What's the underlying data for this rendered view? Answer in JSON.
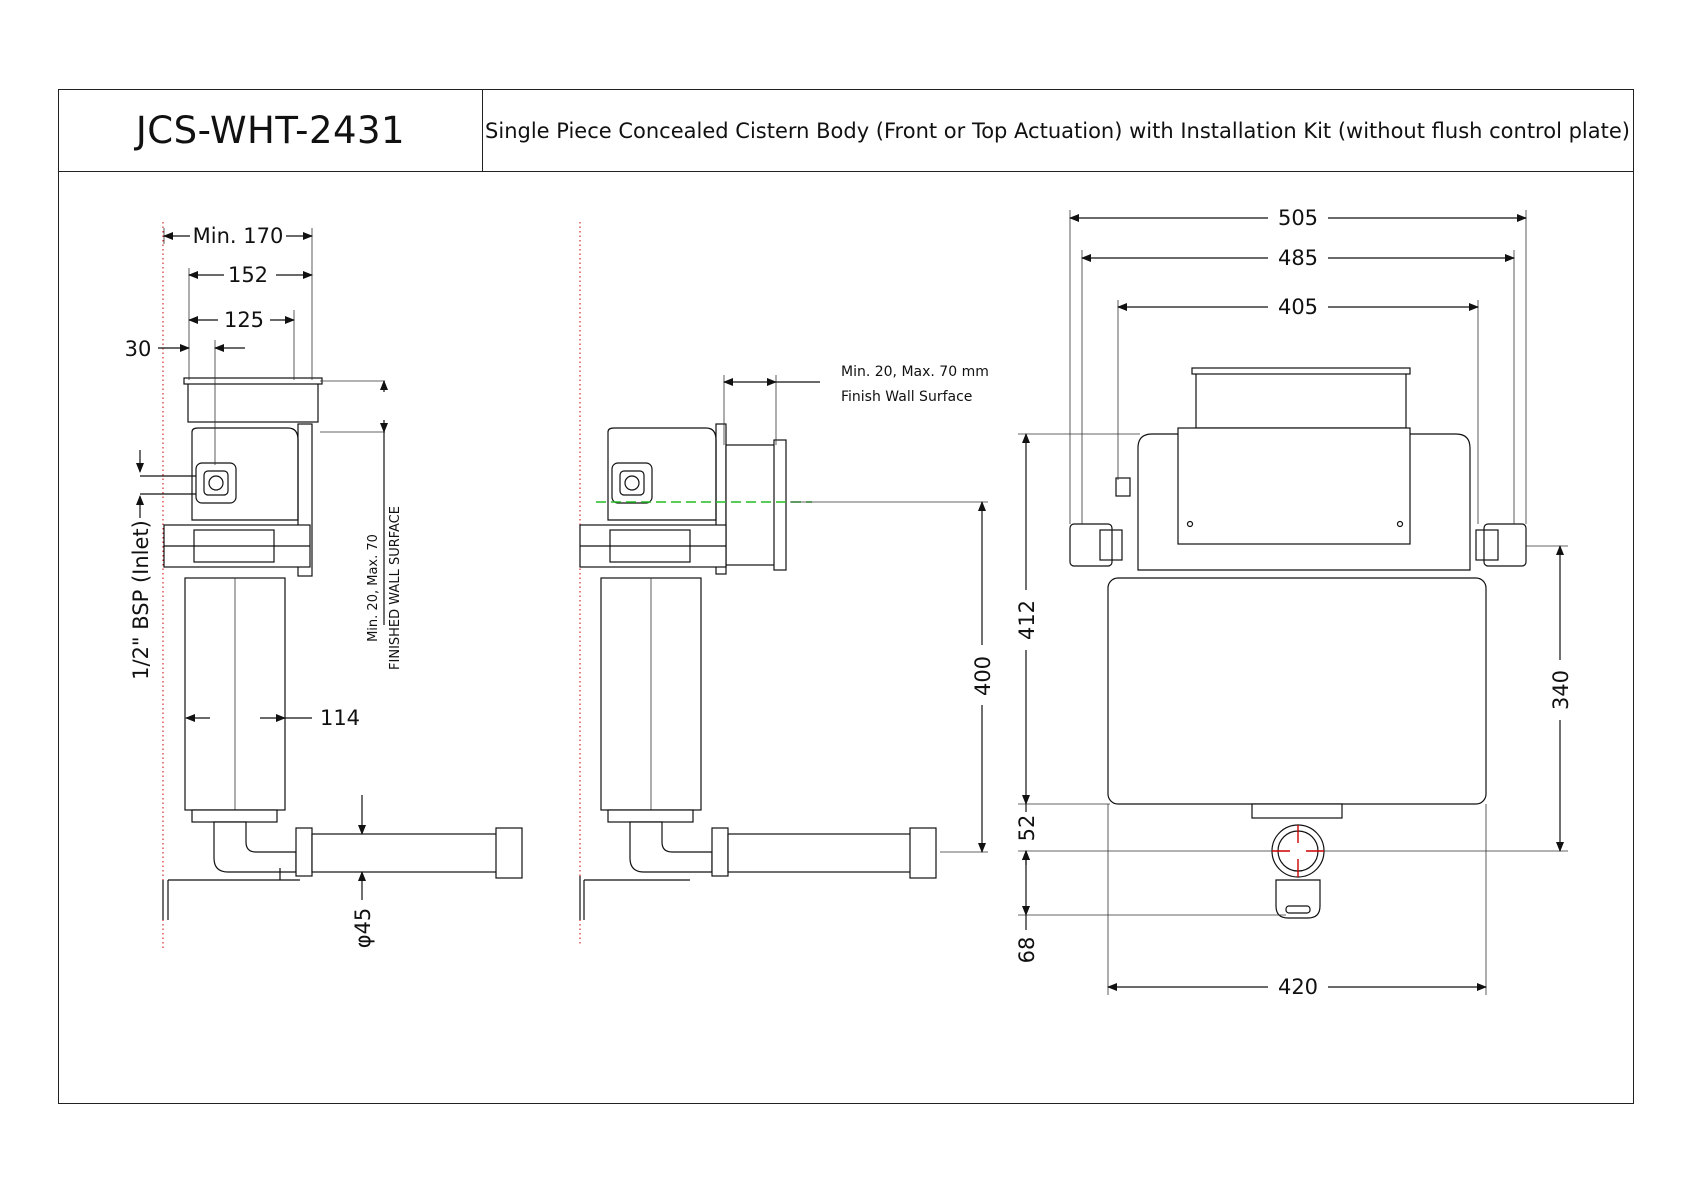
{
  "header": {
    "product_code": "JCS-WHT-2431",
    "description": "Single Piece Concealed Cistern Body (Front or Top Actuation) with Installation Kit (without flush control plate)"
  },
  "side_view": {
    "dims": {
      "min170": "Min. 170",
      "d152": "152",
      "d125": "125",
      "d30": "30",
      "d114": "114",
      "d45": "φ45"
    },
    "inlet_label": "1/2\" BSP (Inlet)",
    "finish_note_line1": "Min. 20, Max. 70",
    "finish_note_line2": "FINISHED WALL SURFACE"
  },
  "middle_view": {
    "note_line1": "Min. 20, Max. 70 mm",
    "note_line2": "Finish Wall Surface",
    "d400": "400"
  },
  "front_view": {
    "d505": "505",
    "d485": "485",
    "d405": "405",
    "d412": "412",
    "d340": "340",
    "d52": "52",
    "d68": "68",
    "d420": "420"
  },
  "colors": {
    "line": "#111111",
    "wall_dots": "#cc0000",
    "center_mark": "#cc0000",
    "green_axis": "#22bb22"
  }
}
